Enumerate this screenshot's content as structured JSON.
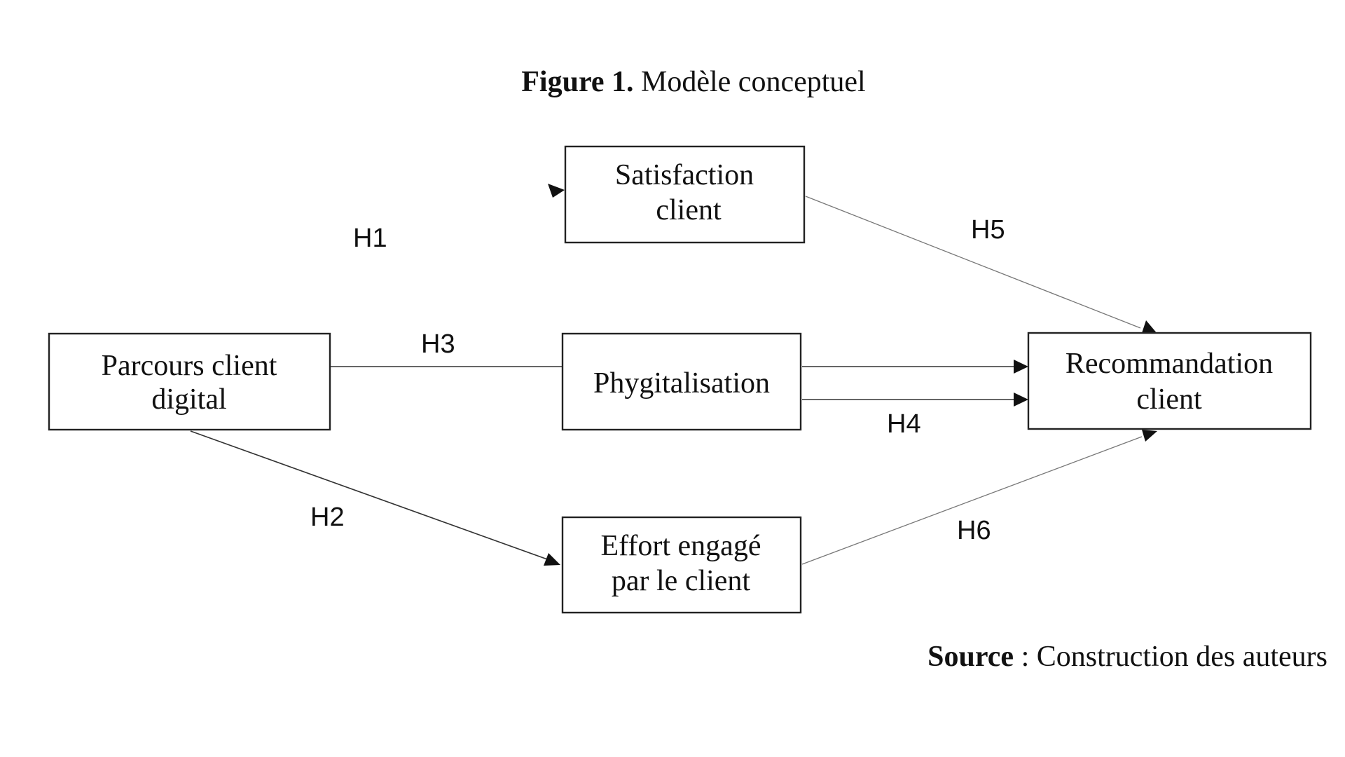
{
  "figure": {
    "label": "Figure 1.",
    "caption": " Modèle conceptuel"
  },
  "boxes": {
    "parcours": [
      "Parcours client",
      "digital"
    ],
    "satisfaction": [
      "Satisfaction",
      "client"
    ],
    "phygitalisation": [
      "Phygitalisation"
    ],
    "effort": [
      "Effort engagé",
      "par le client"
    ],
    "recommandation": [
      "Recommandation",
      "client"
    ]
  },
  "hypotheses": {
    "h1": "H1",
    "h2": "H2",
    "h3": "H3",
    "h4": "H4",
    "h5": "H5",
    "h6": "H6"
  },
  "source": {
    "label": "Source",
    "text": " : Construction des auteurs"
  }
}
